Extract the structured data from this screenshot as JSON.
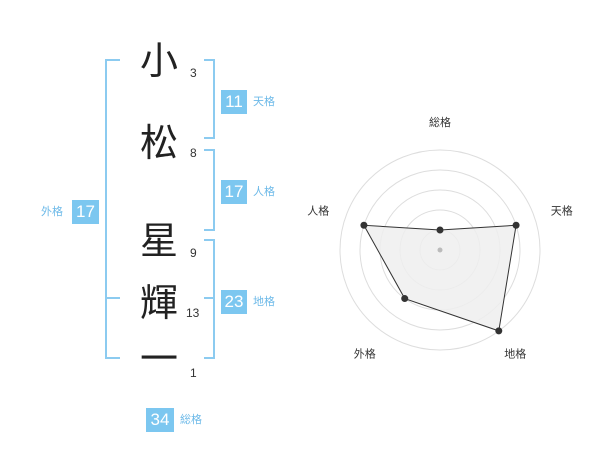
{
  "name_chars": [
    {
      "char": "小",
      "strokes": "3"
    },
    {
      "char": "松",
      "strokes": "8"
    },
    {
      "char": "星",
      "strokes": "9"
    },
    {
      "char": "輝",
      "strokes": "13"
    },
    {
      "char": "一",
      "strokes": "1"
    }
  ],
  "kaku": {
    "tenkaku": {
      "value": "11",
      "label": "天格"
    },
    "jinkaku": {
      "value": "17",
      "label": "人格"
    },
    "chikaku": {
      "value": "23",
      "label": "地格"
    },
    "gaikaku": {
      "value": "17",
      "label": "外格"
    },
    "soukaku": {
      "value": "34",
      "label": "総格"
    }
  },
  "colors": {
    "accent": "#7cc7f0",
    "bracket": "#8ccbf0",
    "radar_fill": "#eeeeee",
    "radar_line": "#333333",
    "grid": "#dddddd"
  },
  "chart_data": {
    "type": "radar",
    "axes": [
      "総格",
      "天格",
      "地格",
      "外格",
      "人格"
    ],
    "values": [
      1,
      4,
      5,
      3,
      4
    ],
    "max": 5
  }
}
